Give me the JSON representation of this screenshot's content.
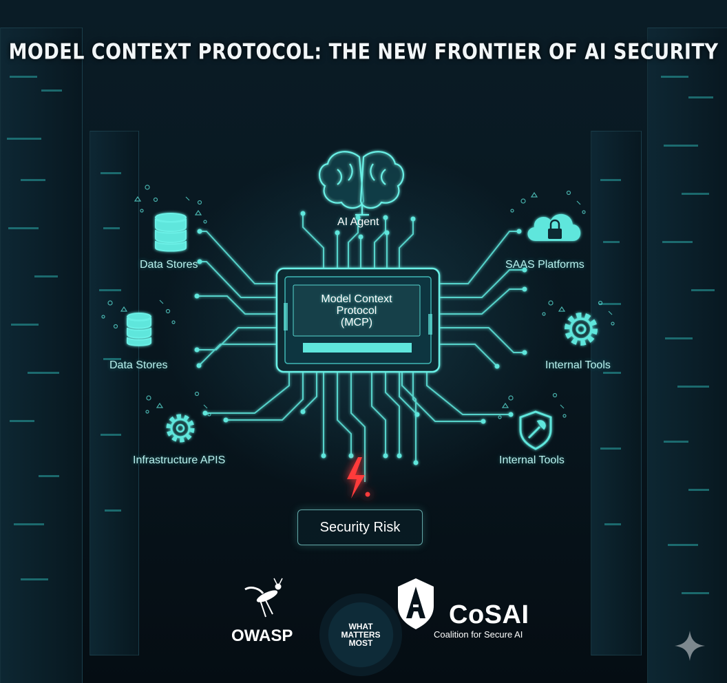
{
  "title": "MODEL CONTEXT PROTOCOL: THE NEW FRONTIER OF AI SECURITY",
  "center": {
    "line1": "Model Context",
    "line2": "Protocol",
    "line3": "(MCP)"
  },
  "agent_label": "AI Agent",
  "nodes": {
    "data_stores_top": "Data Stores",
    "data_stores_mid": "Data Stores",
    "infrastructure_apis": "Infrastructure APIS",
    "saas_platforms": "SAAS Platforms",
    "internal_tools_mid": "Internal Tools",
    "internal_tools_bottom": "Internal Tools"
  },
  "risk_label": "Security Risk",
  "logos": {
    "owasp": "OWASP",
    "what_matters_most": [
      "WHAT",
      "MATTERS",
      "MOST"
    ],
    "cosai": "CoSAI",
    "cosai_subtitle": "Coalition for Secure AI"
  },
  "icons": {
    "brain": "brain-icon",
    "database": "database-icon",
    "cloud_lock": "cloud-lock-icon",
    "gear": "gear-icon",
    "shield_wrench": "shield-wrench-icon",
    "lightning": "lightning-icon",
    "wasp": "owasp-wasp-icon",
    "cosai_shield": "cosai-shield-icon",
    "sparkle": "sparkle-icon"
  },
  "colors": {
    "accent": "#5ee6dc",
    "risk": "#ff3b3b",
    "background": "#06121a"
  }
}
